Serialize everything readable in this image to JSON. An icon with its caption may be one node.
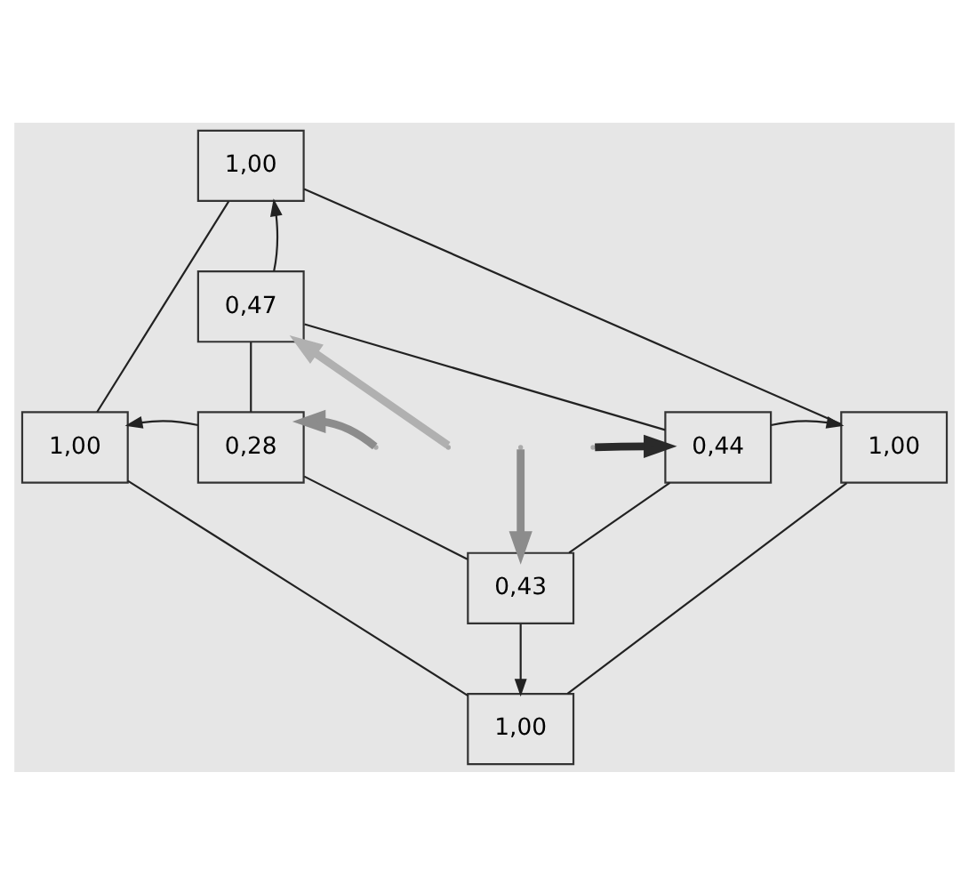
{
  "diagram": {
    "nodes": [
      {
        "text": [
          "1,00"
        ]
      },
      {
        "text": [
          "0,47"
        ]
      },
      {
        "text": [
          "1,00"
        ]
      },
      {
        "text": [
          "0,28"
        ]
      },
      {
        "text": [
          "0,44"
        ]
      },
      {
        "text": [
          "1,00"
        ]
      },
      {
        "text": [
          "0,43"
        ]
      },
      {
        "text": [
          "1,00"
        ]
      }
    ],
    "edges": [
      {
        "from": 0,
        "to": 2,
        "arrow": "none"
      },
      {
        "from": 0,
        "to": 5,
        "arrow": "none"
      },
      {
        "from": 1,
        "to": 0,
        "arrow": "to"
      },
      {
        "from": 1,
        "to": 3,
        "arrow": "none"
      },
      {
        "from": 1,
        "to": 4,
        "arrow": "none"
      },
      {
        "from": 3,
        "to": 2,
        "arrow": "to"
      },
      {
        "from": 4,
        "to": 5,
        "arrow": "to"
      },
      {
        "from": 3,
        "to": 6,
        "arrow": "none"
      },
      {
        "from": 4,
        "to": 6,
        "arrow": "none"
      },
      {
        "from": 2,
        "to": 7,
        "arrow": "none"
      },
      {
        "from": 5,
        "to": 7,
        "arrow": "none"
      },
      {
        "from": 6,
        "to": 7,
        "arrow": "to"
      },
      {
        "from": null,
        "to": 1,
        "arrow": "to",
        "style": "thick",
        "color": "#b0b0b0"
      },
      {
        "from": null,
        "to": 3,
        "arrow": "to",
        "style": "thick",
        "color": "#8c8c8c"
      },
      {
        "from": null,
        "to": 4,
        "arrow": "to",
        "style": "thick",
        "color": "#2a2a2a"
      },
      {
        "from": null,
        "to": 6,
        "arrow": "to",
        "style": "thick",
        "color": "#8c8c8c"
      }
    ]
  }
}
